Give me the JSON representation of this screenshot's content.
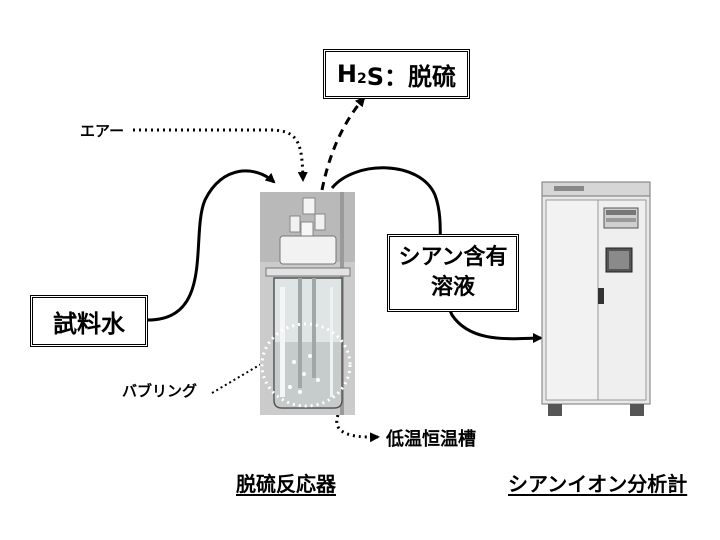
{
  "title_box": {
    "prefix": "H",
    "subscript": "2",
    "rest": "S：脱硫"
  },
  "sample_box": {
    "label": "試料水"
  },
  "cyanide_box": {
    "line1": "シアン含有",
    "line2": "溶液"
  },
  "air_label": "エアー",
  "bubbling_label": "バブリング",
  "bath_label": "低温恒温槽",
  "reactor_caption": "脱硫反応器",
  "analyzer_caption": "シアンイオン分析計"
}
